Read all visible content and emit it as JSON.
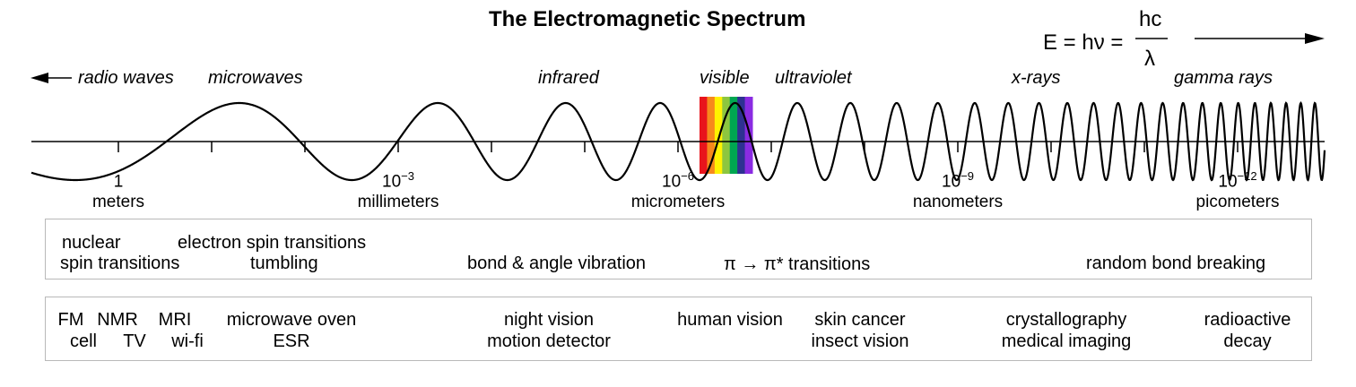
{
  "title": "The Electromagnetic Spectrum",
  "equation": {
    "lhs": "E = hν =",
    "numerator": "hc",
    "denominator": "λ"
  },
  "bands": [
    "radio waves",
    "microwaves",
    "infrared",
    "visible",
    "ultraviolet",
    "x-rays",
    "gamma rays"
  ],
  "scale": [
    {
      "value": "1",
      "exponent": "",
      "unit": "meters"
    },
    {
      "value": "10",
      "exponent": "−3",
      "unit": "millimeters"
    },
    {
      "value": "10",
      "exponent": "−6",
      "unit": "micrometers"
    },
    {
      "value": "10",
      "exponent": "−9",
      "unit": "nanometers"
    },
    {
      "value": "10",
      "exponent": "−12",
      "unit": "picometers"
    }
  ],
  "visible_colors": [
    "#e8141c",
    "#f7891c",
    "#fff200",
    "#8dc63f",
    "#00a651",
    "#2e3192",
    "#8a2be2"
  ],
  "transitions": {
    "nuclear_1": "nuclear",
    "nuclear_2": "spin transitions",
    "electron_spin": "electron spin transitions",
    "tumbling": "tumbling",
    "bond_vibration": "bond & angle vibration",
    "pi_transitions": "π → π* transitions",
    "bond_breaking": "random bond breaking"
  },
  "applications": {
    "fm": "FM",
    "cell": "cell",
    "nmr": "NMR",
    "tv": "TV",
    "mri": "MRI",
    "wifi": "wi-fi",
    "microwave_oven": "microwave oven",
    "esr": "ESR",
    "night_vision": "night vision",
    "motion_detector": "motion detector",
    "human_vision": "human vision",
    "skin_cancer": "skin cancer",
    "insect_vision": "insect vision",
    "crystallography": "crystallography",
    "medical_imaging": "medical imaging",
    "radioactive": "radioactive",
    "decay": "decay"
  }
}
